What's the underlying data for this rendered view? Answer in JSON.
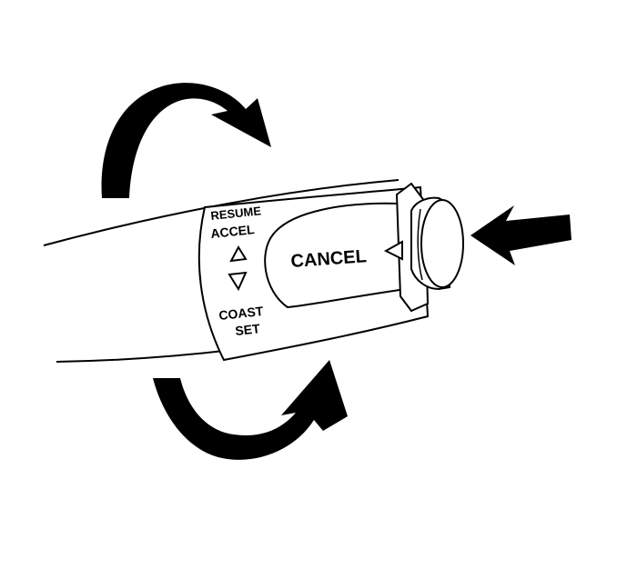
{
  "labels": {
    "resume": "RESUME",
    "accel": "ACCEL",
    "coast": "COAST",
    "set": "SET",
    "cancel": "CANCEL"
  },
  "colors": {
    "ink": "#000000",
    "paper": "#ffffff"
  },
  "icons": {
    "rotate_up": "curved-arrow-clockwise-icon",
    "rotate_down": "curved-arrow-counterclockwise-icon",
    "push": "arrow-left-icon",
    "up_triangle": "triangle-up-icon",
    "down_triangle": "triangle-down-icon",
    "cancel_triangle": "triangle-left-icon"
  }
}
